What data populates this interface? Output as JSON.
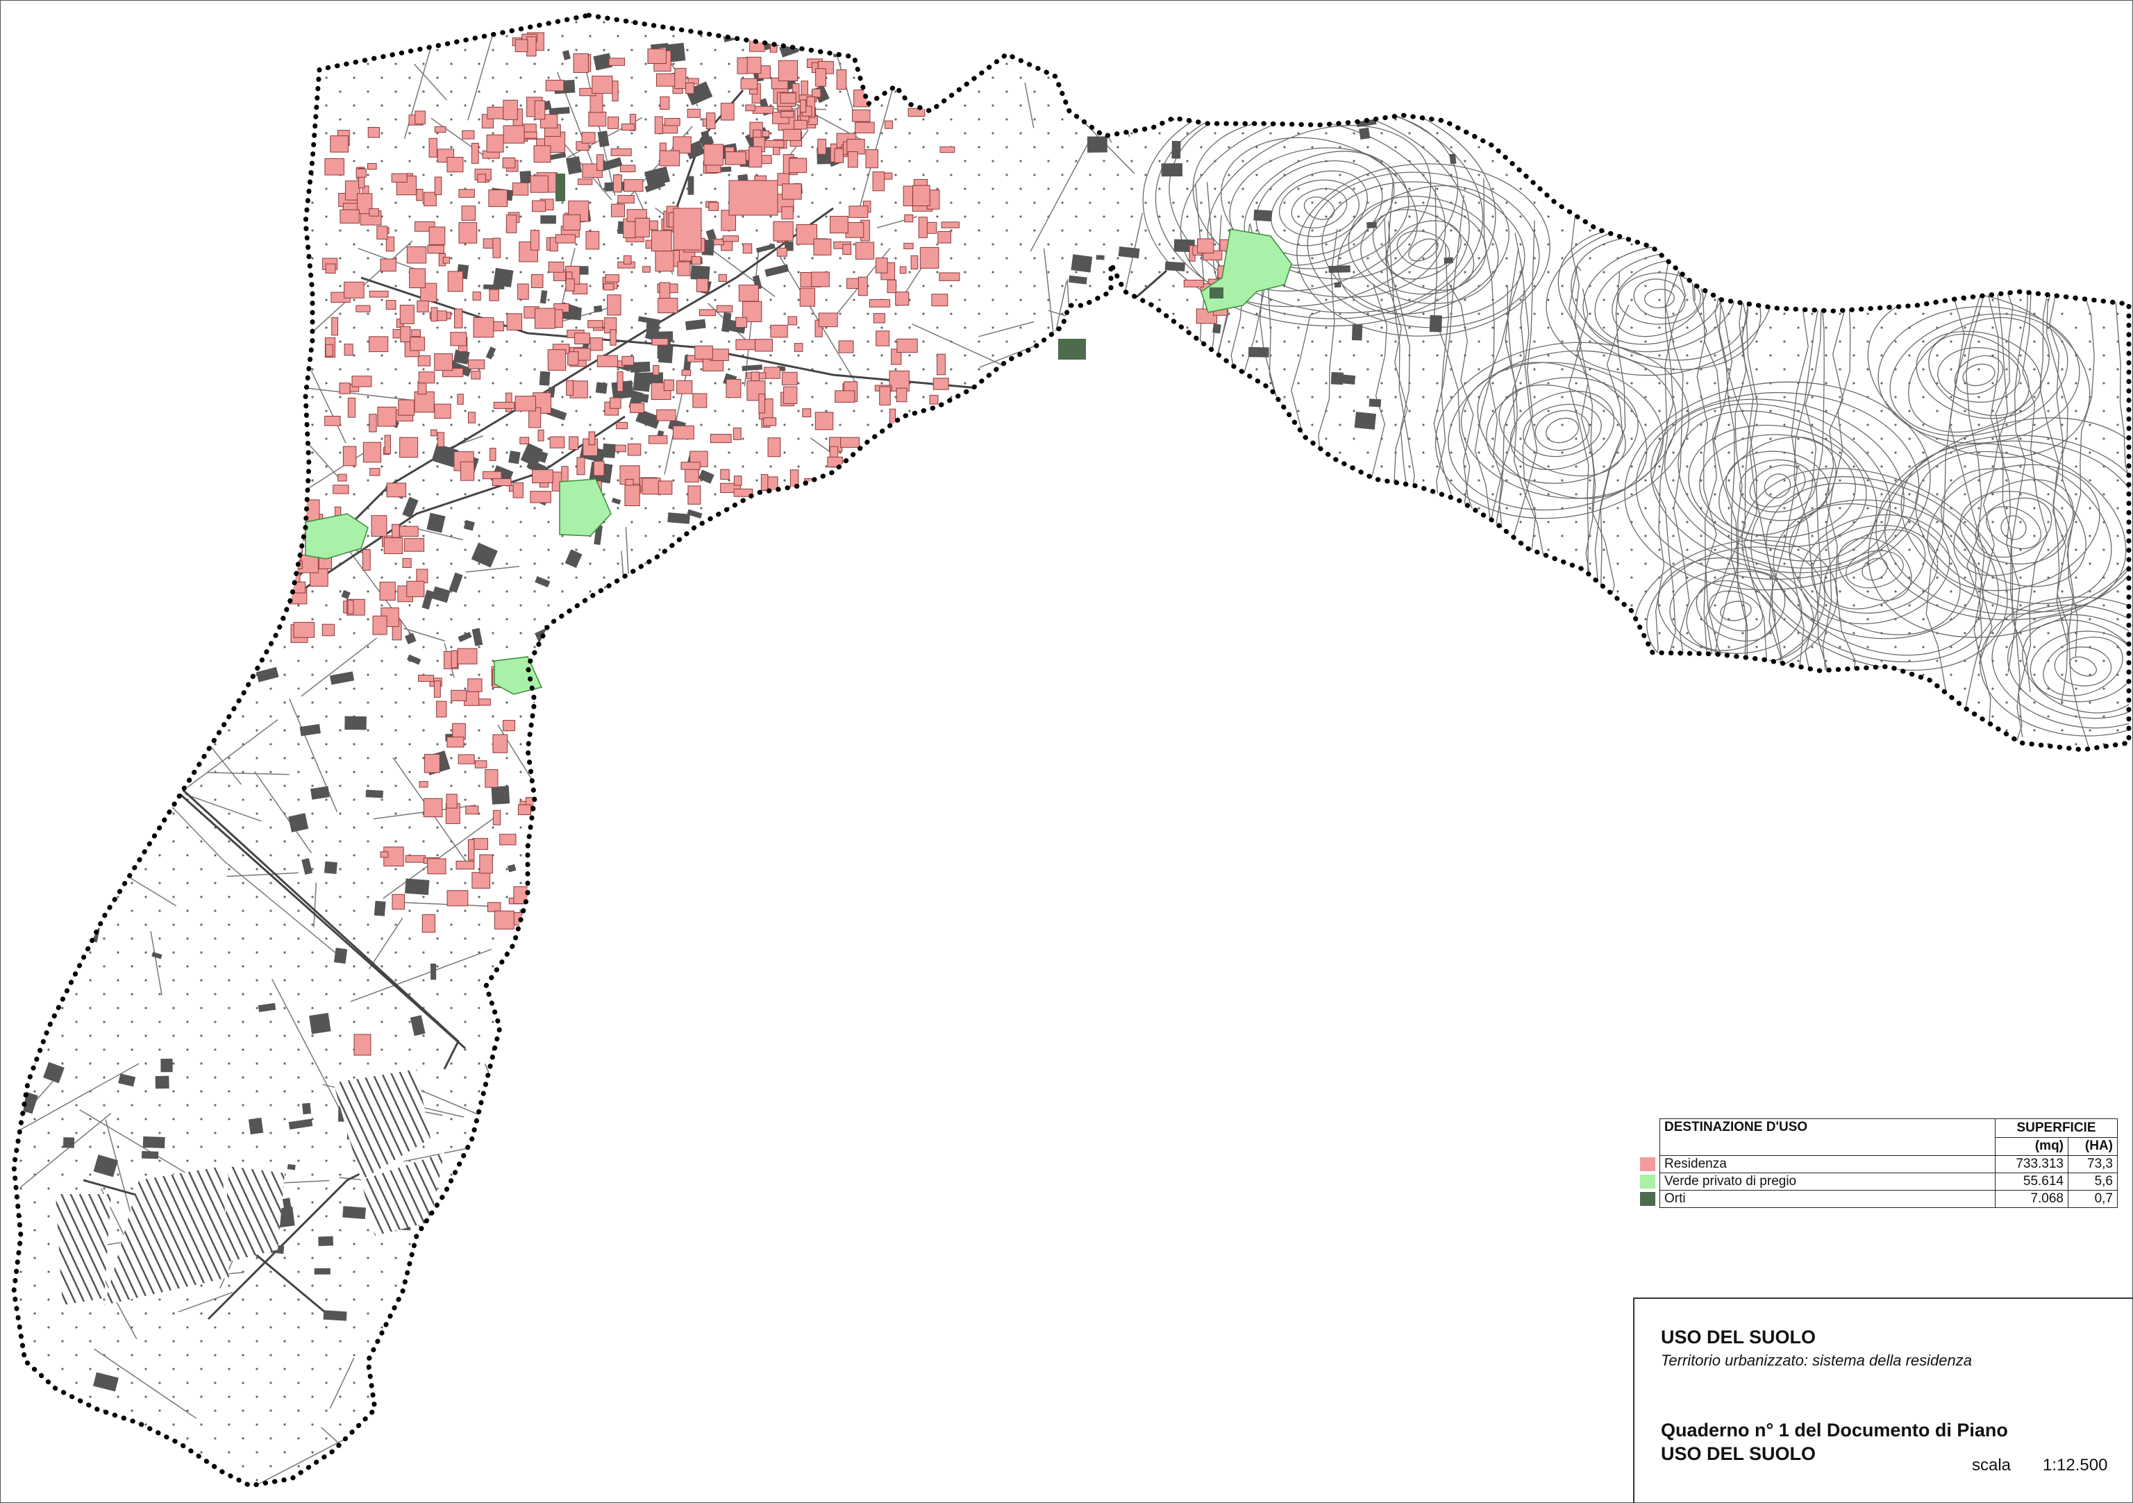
{
  "legend": {
    "header_destination": "DESTINAZIONE D'USO",
    "header_surface": "SUPERFICIE",
    "unit_mq": "(mq)",
    "unit_ha": "(HA)",
    "rows": [
      {
        "label": "Residenza",
        "mq": "733.313",
        "ha": "73,3",
        "color": "#f29b9b"
      },
      {
        "label": "Verde privato di pregio",
        "mq": "55.614",
        "ha": "5,6",
        "color": "#a9f0a9"
      },
      {
        "label": "Orti",
        "mq": "7.068",
        "ha": "0,7",
        "color": "#4d6b4d"
      }
    ]
  },
  "title_block": {
    "title": "USO DEL SUOLO",
    "subtitle": "Territorio urbanizzato: sistema della residenza",
    "document": "Quaderno n° 1 del Documento di Piano",
    "document_subtitle": "USO DEL SUOLO",
    "scale_label": "scala",
    "scale_value": "1:12.500"
  },
  "map": {
    "boundary_style": "dotted",
    "colors": {
      "residenza": "#f29b9b",
      "verde_privato": "#a9f0a9",
      "orti": "#4d6b4d",
      "buildings": "#555555",
      "lines": "#777777",
      "boundary": "#000000"
    }
  }
}
